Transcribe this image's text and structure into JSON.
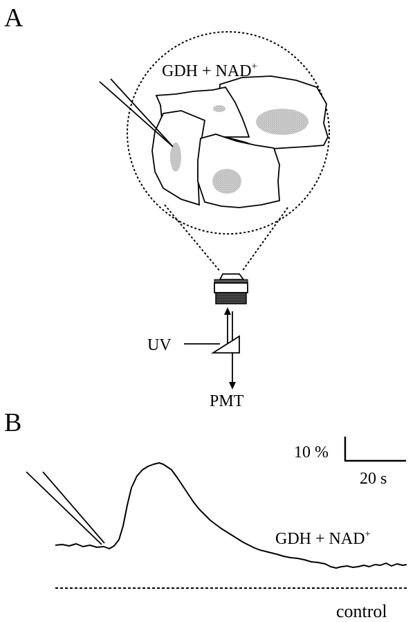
{
  "panel_a": {
    "panel_label": "A",
    "inset_label_main": "GDH + NAD",
    "inset_label_sup": "+",
    "excitation_label": "UV",
    "detector_label": "PMT"
  },
  "panel_b": {
    "panel_label": "B",
    "scale_y_label": "10 %",
    "scale_x_label": "20 s",
    "trace_label_main": "GDH + NAD",
    "trace_label_sup": "+",
    "control_label": "control"
  }
}
